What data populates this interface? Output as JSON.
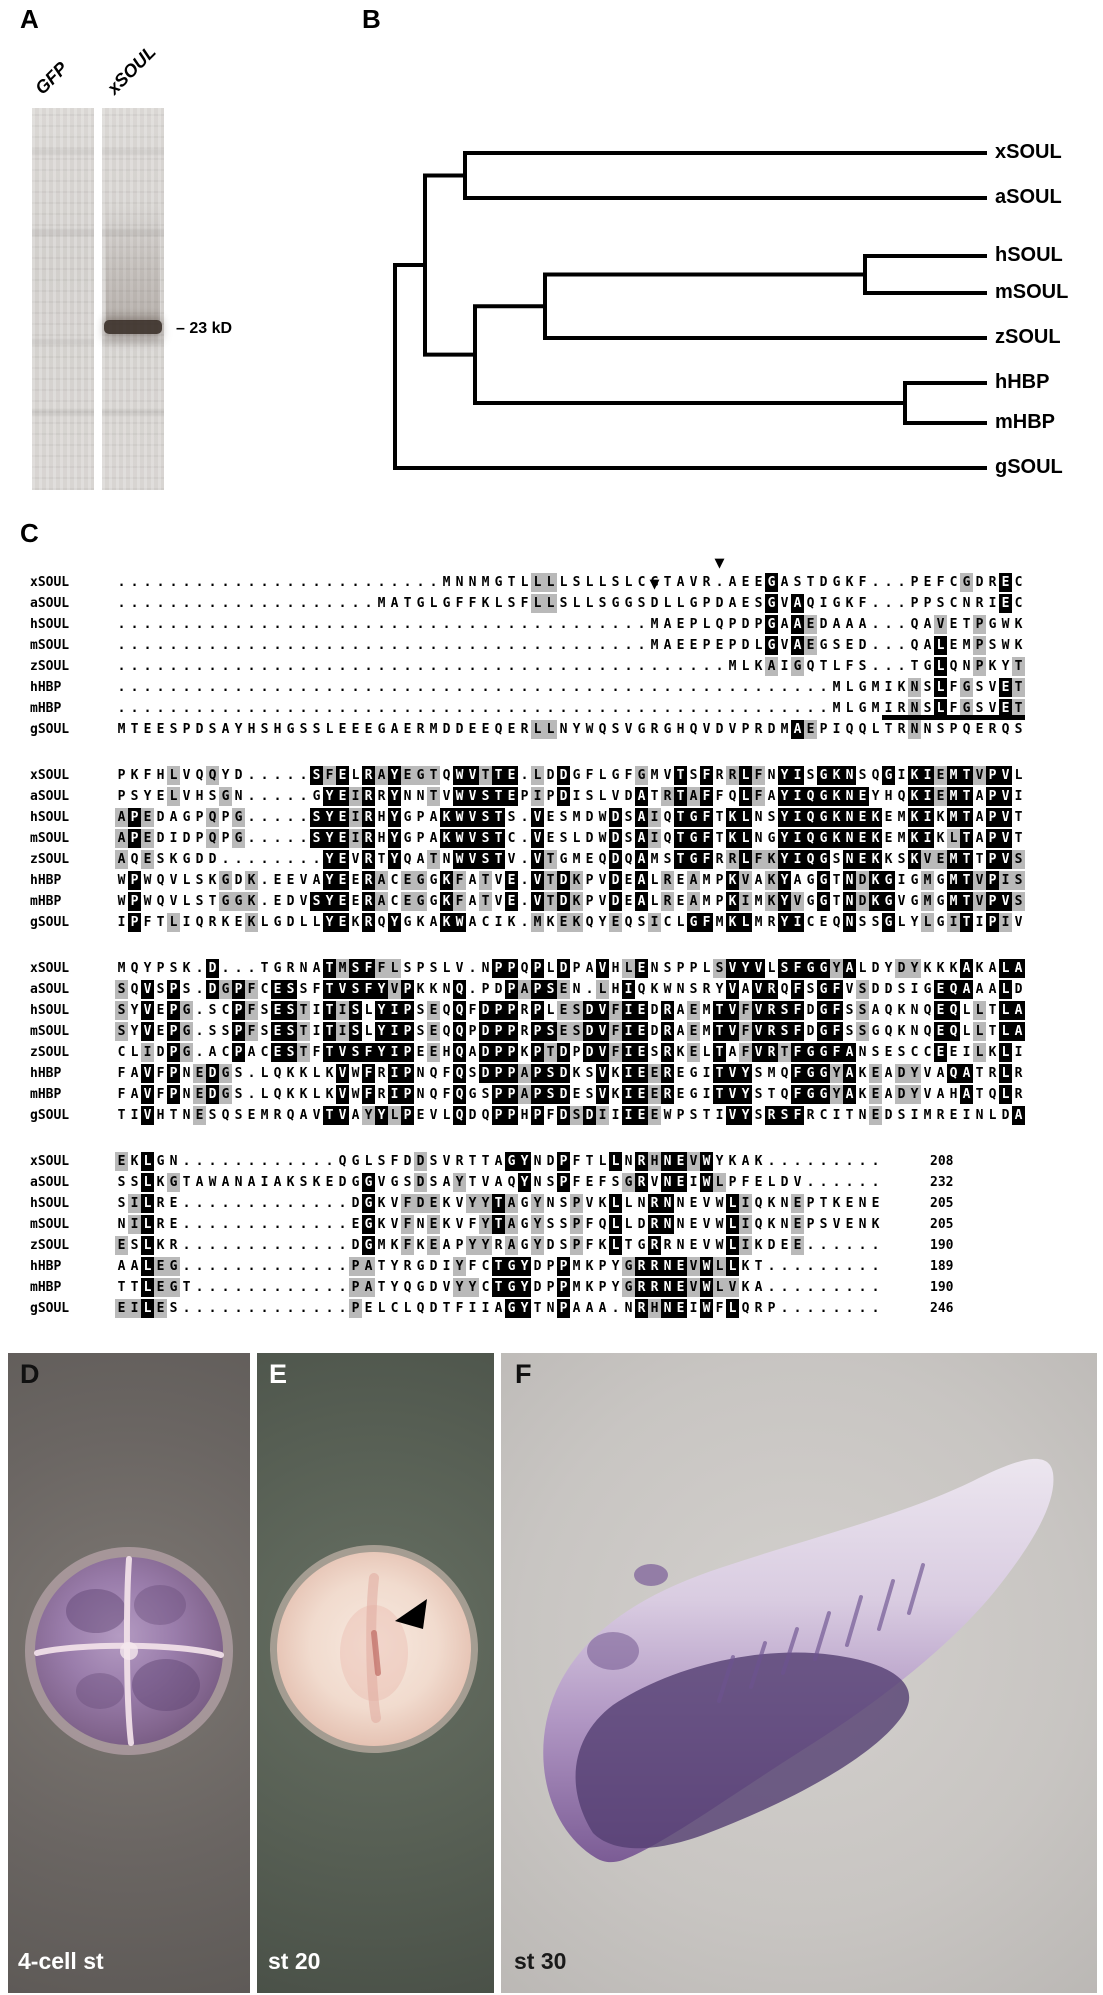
{
  "figure": {
    "panels": {
      "a": {
        "letter": "A",
        "lanes": [
          "GFP",
          "xSOUL"
        ],
        "band_label": "– 23 kD"
      },
      "b": {
        "letter": "B",
        "leaves": [
          "xSOUL",
          "aSOUL",
          "hSOUL",
          "mSOUL",
          "zSOUL",
          "hHBP",
          "mHBP",
          "gSOUL"
        ]
      },
      "c": {
        "letter": "C"
      },
      "d": {
        "letter": "D",
        "caption": "4-cell st"
      },
      "e": {
        "letter": "E",
        "caption": "st 20"
      },
      "f": {
        "letter": "F",
        "caption": "st 30"
      }
    }
  },
  "alignment": {
    "names": [
      "xSOUL",
      "aSOUL",
      "hSOUL",
      "mSOUL",
      "zSOUL",
      "hHBP",
      "mHBP",
      "gSOUL"
    ],
    "marker_glyph": "▼",
    "blocks": [
      {
        "seqs": [
          ".........................MNNMGTLLLLSLLSLCGTAVR.AEEGASTDGKF...PEFCGDREC",
          "....................MATGLGFFKLSFLLSLLSGGSDLLGPDAESGVAQIGKF...PPSCNRIEC",
          ".........................................MAEPLQPDPGAAEDAAA...QAVETPGWK",
          ".........................................MAEEPEPDLGVAEGSED...QALEMPSWK",
          "...............................................MLKAIGQTLFS...TGLQNPKYT",
          ".......................................................MLGMIKNSLFGSVET",
          ".......................................................MLGMIRNSLFGSVET",
          "MTEESPDSAYHSHGSSLEEEGAERMDDEEQERLLNYWQSVGRGHQVDVPRDMAEPIQQLTRNNSPQERQS"
        ]
      },
      {
        "seqs": [
          "PKFHLVQQYD.....SFELRAYEGTQWVTTE.LDDGFLGFGMVTSFRRLFNYISGKNSQGIKIEMTVPVL",
          "PSYELVHSGN.....GYEIRRYNNTVWVSTEPIPDISLVDATRTAFFQLFAYIQGKNEYHQKIEMTAPVI",
          "APEDAGPQPG.....SYEIRHYGPAKWVSTS.VESMDWDSAIQTGFTKLNSYIQGKNEKEMKIKMTAPVT",
          "APEDIDPQPG.....SYEIRHYGPAKWVSTC.VESLDWDSAIQTGFTKLNGYIQGKNEKEMKIKLTAPVT",
          "AQESKGDD........YEVRTYQATNWVSTV.VTGMEQDQAMSTGFRRLFKYIQGSNEKKSKVEMTTPVS",
          "WPWQVLSKGDK.EEVAYEERACEGGKFATVE.VTDKPVDEALREAMPKVAKYAGGTNDKGIGMGMTVPIS",
          "WPWQVLSTGGK.EDVSYEERACEGGKFATVE.VTDKPVDEALREAMPKIMKYVGGTNDKGVGMGMTVPVS",
          "IPFTLIQRKEKLGDLLYEKRQYGKAKWACIK.MKEKQYEQSICLGFMKLMRYICEQNSSGLYLGITIPIV"
        ]
      },
      {
        "seqs": [
          "MQYPSK.D...TGRNATMSFFLSPSLV.NPPQPLDPAVHLENSPPLSVYVLSFGGYALDYDYKKKAKALA",
          "SQVSPS.DGPFCESSFTVSFYVPKKNQ.PDPAPSEN.LHIQKWNSRYVAVRQFSGFVSDDSIGEQAAALD",
          "SYVEPG.SCPFSESTITISLYIPSEQQFDPPRPLESDVFIEDRAEMTVFVRSFDGFSSAQKNQEQLLTLA",
          "SYVEPG.SSPFSESTITISLYIPSEQQPDPPRPSESDVFIEDRAEMTVFVRSFDGFSSGQKNQEQLLTLA",
          "CLIDPG.ACPACESTFTVSFYIPEEHQADPPKPTDPDVFIESRKELTAFVRTFGGFANSESCCEEILKLI",
          "FAVFPNEDGS.LQKKLKVWFRIPNQFQSDPPAPSDKSVKIEEREGITVYSMQFGGYAKEADYVAQATRLR",
          "FAVFPNEDGS.LQKKLKVWFRIPNQFQGSPPAPSDESVKIEEREGITVYSTQFGGYAKEADYVAHATQLR",
          "TIVHTNESQSEMRQAVTVAYYLPEVLQDQPPHPFDSDIIIEEWPSTIVYSRSFRCITNEDSIMREINLDA"
        ]
      },
      {
        "seqs": [
          "EKLGN............QGLSFDDSVRTTAGYNDPFTLLNRHNEVWYKAK.........",
          "SSLKGTAWANAIAKSKEDGGVGSDSAYTVAQYNSPFEFSGRVNEIWLPFELDV......",
          "SILRE.............DGKVFDEKVYYTAGYNSPVKLLNRNNEVWLIQKNEPTKENE",
          "NILRE.............EGKVFNEKVFYTAGYSSPFQLLDRNNEVWLIQKNEPSVENK",
          "ESLKR.............DGMKFKEAPYYRAGYDSPFKLTGRRNEVWLIKDEE......",
          "AALEG.............PATYRGDIYFCTGYDPPMKPYGRRNEVWLLKT.........",
          "TTLEGT............PATYQGDVYYCTGYDPPMKPYGRRNEVWLVKA.........",
          "EILES.............PELCLQDTFIIAGYTNPAAA.NRHNEIWFLQRP........"
        ],
        "numbers": [
          208,
          232,
          205,
          205,
          190,
          189,
          190,
          246
        ]
      }
    ],
    "markers": [
      {
        "block": 0,
        "row": 0,
        "col": 46
      },
      {
        "block": 0,
        "row": 1,
        "col": 41
      }
    ],
    "overline": {
      "block": 0,
      "row": 7,
      "startCol": 59,
      "endCol": 69
    }
  },
  "colors": {
    "identical_bg": "#000000",
    "identical_fg": "#ffffff",
    "similar_bg": "#b9b9b9",
    "stain_purple": "#7b5c95"
  }
}
